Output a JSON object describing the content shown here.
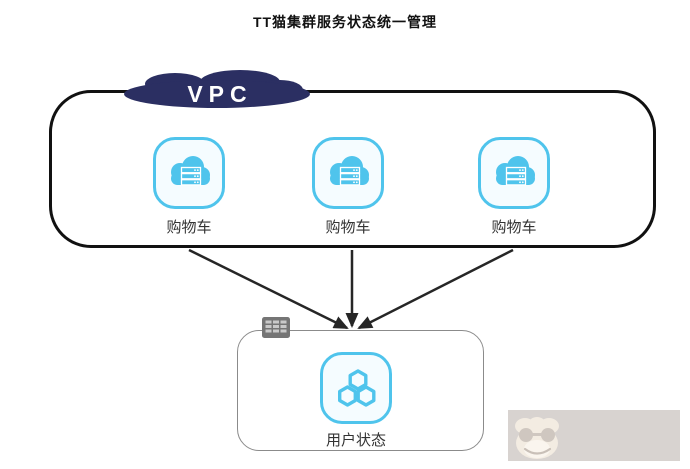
{
  "title": "TT猫集群服务状态统一管理",
  "colors": {
    "accent_cyan": "#4FC4EC",
    "icon_fill_light": "#F5FCFF",
    "vpc_cloud_navy": "#2B2F62",
    "vpc_border": "#111111",
    "target_box_border": "#8B8B8B",
    "arrow": "#262626",
    "label_text": "#333333",
    "watermark_band": "#D8D3D0",
    "watermark_face": "#F3ECE2"
  },
  "vpc": {
    "label": "VPC",
    "nodes": [
      {
        "label": "购物车",
        "icon": "cloud-server-icon"
      },
      {
        "label": "购物车",
        "icon": "cloud-server-icon"
      },
      {
        "label": "购物车",
        "icon": "cloud-server-icon"
      }
    ]
  },
  "target": {
    "label": "用户状态",
    "icon": "hexagon-cluster-icon",
    "corner_icon": "table-grid-icon"
  },
  "edges": [
    {
      "from": "购物车-left",
      "to": "用户状态"
    },
    {
      "from": "购物车-center",
      "to": "用户状态"
    },
    {
      "from": "购物车-right",
      "to": "用户状态"
    }
  ],
  "watermark": {
    "icon": "cartoon-face-logo"
  }
}
